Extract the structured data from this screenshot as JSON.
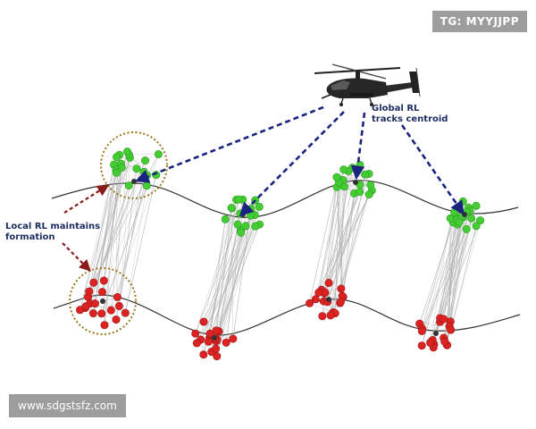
{
  "labels": {
    "global_line1": "Global RL",
    "global_line2": "tracks centroid",
    "local_line1": "Local RL maintains",
    "local_line2": "formation"
  },
  "watermarks": {
    "top": "TG: MYYJJPP",
    "bottom": "www.sdgstsfz.com"
  },
  "icons": {
    "helicopter": "helicopter-icon"
  },
  "colors": {
    "leader_swarm": "#44cc33",
    "follower_swarm": "#dd2222",
    "global_arrow": "#1a237e",
    "local_arrow": "#8b1a1a",
    "highlight_ring": "#9a7a20",
    "trajectory": "#333333",
    "link": "#aaaaaa"
  }
}
